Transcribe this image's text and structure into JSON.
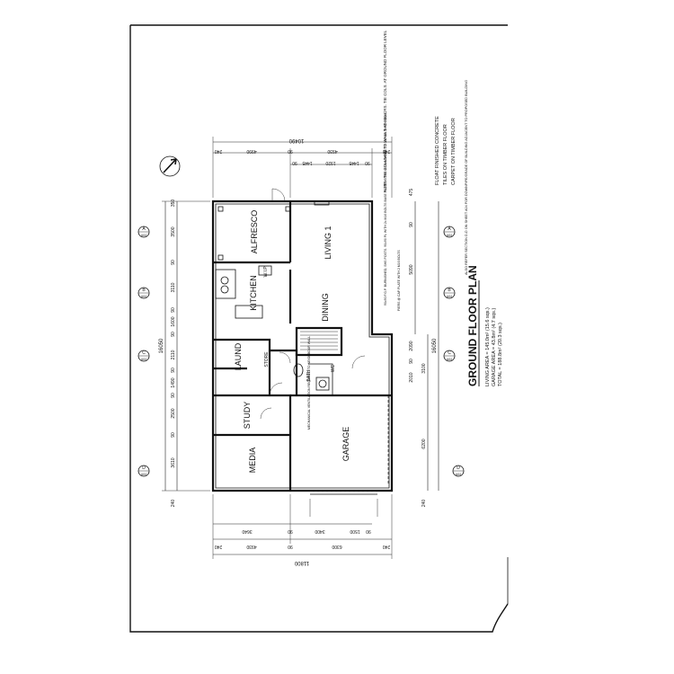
{
  "title": {
    "main": "GROUND FLOOR PLAN",
    "areas": [
      "LIVING AREA   = 145.0m² (15.6 sqs.)",
      "GARAGE AREA  = 43.8m² (4.7 sqs.)",
      "TOTAL            = 188.8m² (20.3 sqs.)"
    ]
  },
  "legend": [
    "FLOAT FINISHED CONCRETE",
    "TILES ON TIMBER FLOOR",
    "CARPET ON TIMBER FLOOR"
  ],
  "notes": {
    "columns": "NOTE : TIE COLUMNS TO WALLS AT 600 CRS. TIE COLS. AT GROUND FLOOR LEVEL",
    "setout": "ALSO REFER SECTION D-D ON SHEET A04 FOR DOWNPIPE/GRADE OF BUILDING ADJACENT TO PROPOSED BUILDING",
    "posts": "90x90 F.G.P. BURNISHED, SHS POSTS. 90x90 PL WITH 2x M16 BOLTS BASE PLATE WITH 4 MS ANCHORS TO 100 MM THICK SLAB",
    "piers": "PIERS @ CAP PLATE WITH 2 M16 BOLTS",
    "garage_wall": "MECHANICAL VENTILATION REQUIRED TO NEIGHBOUR WALL"
  },
  "rooms": {
    "alfresco": "ALFRESCO",
    "living": "LIVING 1",
    "kitchen": "KITCHEN",
    "dining": "DINING",
    "laund": "LAUND",
    "study": "STUDY",
    "media": "MEDIA",
    "garage": "GARAGE",
    "store": "STORE",
    "bath": "BATH",
    "wc": "WC",
    "pantry": "W.I.P."
  },
  "dimensions": {
    "top_overall": "10490",
    "top_mid": [
      "240",
      "4990",
      "90",
      "4930",
      "240"
    ],
    "top_small": [
      "90",
      "1445",
      "1920",
      "1445",
      "90"
    ],
    "bottom_overall": "11800",
    "bottom_mid": [
      "240",
      "4930",
      "90",
      "6300",
      "240"
    ],
    "bottom_small": [
      "3640",
      "90",
      "3400",
      "1500",
      "90"
    ],
    "left_overall": "16050",
    "left_segments": [
      "350",
      "3500",
      "90",
      "3110",
      "90",
      "1600",
      "90",
      "2110",
      "90",
      "1490",
      "90",
      "2500",
      "90",
      "3610",
      "240"
    ],
    "right_overall": "16050",
    "right_upper": [
      "475",
      "90",
      "5090"
    ],
    "right_lower": [
      "2090",
      "90",
      "2010",
      "3100",
      "6200",
      "240"
    ]
  },
  "sections": [
    "A",
    "B",
    "C",
    "D"
  ],
  "section_sheet": "A04",
  "colors": {
    "ink": "#111111",
    "paper": "#ffffff"
  }
}
